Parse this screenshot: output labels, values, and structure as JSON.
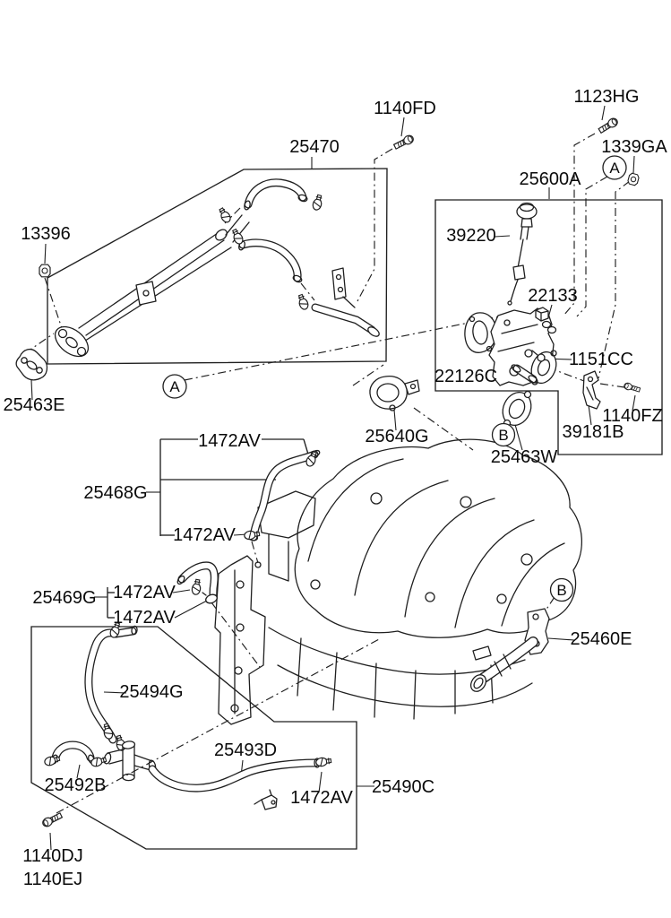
{
  "description": "Exploded parts diagram - engine coolant water hoses, pipes and throttle body fitting area of an intake manifold",
  "colors": {
    "background": "#ffffff",
    "line_color": "#1f1f1f",
    "text_color": "#0a0a0a"
  },
  "labels": [
    {
      "id": "1140FD",
      "text": "1140FD"
    },
    {
      "id": "1123HG",
      "text": "1123HG"
    },
    {
      "id": "1339GA",
      "text": "1339GA"
    },
    {
      "id": "25600A",
      "text": "25600A"
    },
    {
      "id": "25470",
      "text": "25470"
    },
    {
      "id": "39220",
      "text": "39220"
    },
    {
      "id": "13396",
      "text": "13396"
    },
    {
      "id": "22133",
      "text": "22133"
    },
    {
      "id": "1151CC",
      "text": "1151CC"
    },
    {
      "id": "22126C",
      "text": "22126C"
    },
    {
      "id": "25463E",
      "text": "25463E"
    },
    {
      "id": "25640G",
      "text": "25640G"
    },
    {
      "id": "1140FZ",
      "text": "1140FZ"
    },
    {
      "id": "39181B",
      "text": "39181B"
    },
    {
      "id": "25463W",
      "text": "25463W"
    },
    {
      "id": "1472AV-top",
      "text": "1472AV"
    },
    {
      "id": "25468G",
      "text": "25468G"
    },
    {
      "id": "1472AV-mid",
      "text": "1472AV"
    },
    {
      "id": "25469G",
      "text": "25469G"
    },
    {
      "id": "1472AV-left-1",
      "text": "1472AV"
    },
    {
      "id": "1472AV-left-2",
      "text": "1472AV"
    },
    {
      "id": "25460E",
      "text": "25460E"
    },
    {
      "id": "25494G",
      "text": "25494G"
    },
    {
      "id": "25493D",
      "text": "25493D"
    },
    {
      "id": "25492B",
      "text": "25492B"
    },
    {
      "id": "1472AV-bottom",
      "text": "1472AV"
    },
    {
      "id": "25490C",
      "text": "25490C"
    },
    {
      "id": "1140DJ",
      "text": "1140DJ"
    },
    {
      "id": "1140EJ",
      "text": "1140EJ"
    }
  ],
  "callouts": [
    {
      "id": "A-top-right",
      "letter": "A"
    },
    {
      "id": "A-left-mid",
      "letter": "A"
    },
    {
      "id": "B-center",
      "letter": "B"
    },
    {
      "id": "B-right",
      "letter": "B"
    }
  ]
}
